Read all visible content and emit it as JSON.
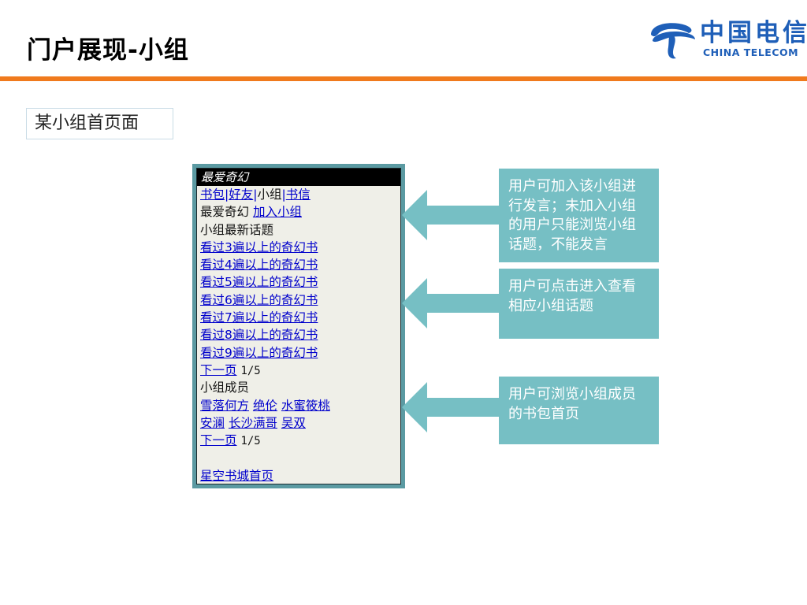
{
  "slide": {
    "title": "门户展现-小组"
  },
  "logo": {
    "text_cn": "中国电信",
    "text_en": "CHINA TELECOM",
    "color": "#1f5fb8"
  },
  "divider_color": "#f07a1d",
  "page_label": "某小组首页面",
  "phone": {
    "header_title": "最爱奇幻",
    "nav": [
      {
        "label": "书包",
        "link": true
      },
      {
        "label": "好友",
        "link": true
      },
      {
        "label": "小组",
        "link": false
      },
      {
        "label": "书信",
        "link": true
      }
    ],
    "nav_separator": "|",
    "group_name": "最爱奇幻",
    "join_link": "加入小组",
    "topics_heading": "小组最新话题",
    "topics": [
      "看过3遍以上的奇幻书",
      "看过4遍以上的奇幻书",
      "看过5遍以上的奇幻书",
      "看过6遍以上的奇幻书",
      "看过7遍以上的奇幻书",
      "看过8遍以上的奇幻书",
      "看过9遍以上的奇幻书"
    ],
    "next_page_label": "下一页",
    "topics_page": "1/5",
    "members_heading": "小组成员",
    "members_row1": [
      "雪落何方",
      "绝伦",
      "水蜜筱桃"
    ],
    "members_row2": [
      "安澜",
      "长沙满哥",
      "吴双"
    ],
    "members_page": "1/5",
    "home_link": "星空书城首页",
    "frame_color": "#5b9aa2"
  },
  "callouts": [
    {
      "lines": [
        "用户可加入该小组进",
        "行发言；未加入小组",
        "的用户只能浏览小组",
        "话题，不能发言"
      ]
    },
    {
      "lines": [
        "用户可点击进入查看",
        "相应小组话题"
      ]
    },
    {
      "lines": [
        "用户可浏览小组成员",
        "的书包首页"
      ]
    }
  ],
  "callout_color": "#76bfc4"
}
